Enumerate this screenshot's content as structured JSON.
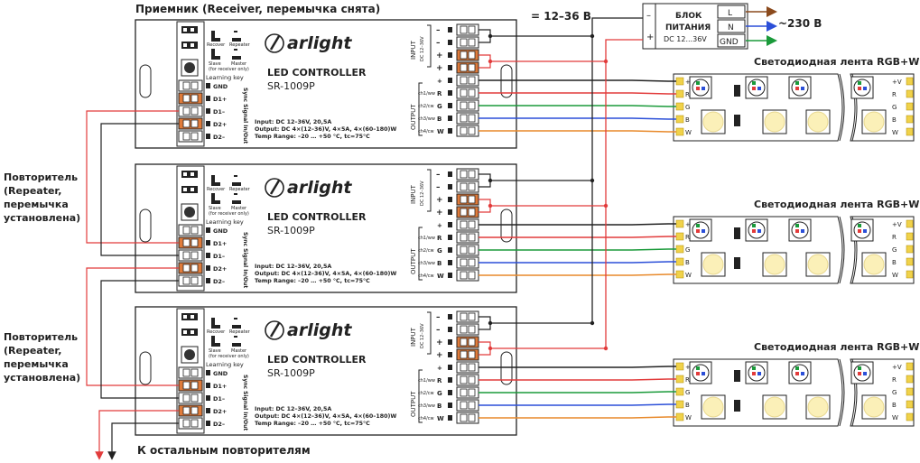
{
  "title": "Приемник (Receiver, перемычка снята)",
  "voltage": "= 12–36 В",
  "psu": {
    "line1": "БЛОК",
    "line2": "ПИТАНИЯ",
    "line3": "DC 12...36V",
    "minus": "–",
    "plus": "+",
    "L": "L",
    "N": "N",
    "GND": "GND"
  },
  "mains": "~230 В",
  "repeater_label": [
    "Повторитель",
    "(Repeater,",
    "перемычка",
    "установлена)"
  ],
  "footer": "К остальным повторителям",
  "strip_title": "Светодиодная лента RGB+W",
  "strip_pins": [
    "+V",
    "R",
    "G",
    "B",
    "W"
  ],
  "controller": {
    "brand": "arlight",
    "model1": "LED CONTROLLER",
    "model2": "SR-1009P",
    "recover": "Recover",
    "repeater": "Repeater",
    "slave": "Slave",
    "master": "Master",
    "for_receiver": "(for receiver only)",
    "learning_key": "Learning key",
    "sync": "Sync Signal In/Out",
    "sync_pins": [
      "GND",
      "D1+",
      "D1–",
      "D2+",
      "D2–"
    ],
    "input_label": "INPUT",
    "input_sub": "DC 12–36V",
    "input_pins": [
      "–",
      "–",
      "+",
      "+"
    ],
    "output_label": "OUTPUT",
    "output_pins": [
      {
        "ch": "",
        "pin": "+"
      },
      {
        "ch": "ch1/ww",
        "pin": "R"
      },
      {
        "ch": "ch2/cw",
        "pin": "G"
      },
      {
        "ch": "ch3/ww",
        "pin": "B"
      },
      {
        "ch": "ch4/cw",
        "pin": "W"
      }
    ],
    "spec1": "Input: DC 12–36V, 20,5A",
    "spec2": "Output: DC 4×(12–36)V, 4×5A, 4×(60–180)W",
    "spec3": "Temp Range: –20 … +50 °C,  tc=75°C"
  },
  "colors": {
    "red": "#e23b3b",
    "green": "#1a9a3a",
    "blue": "#2b4fd8",
    "orange": "#e8892a",
    "black": "#222222",
    "terminal": "#e07b3a"
  }
}
